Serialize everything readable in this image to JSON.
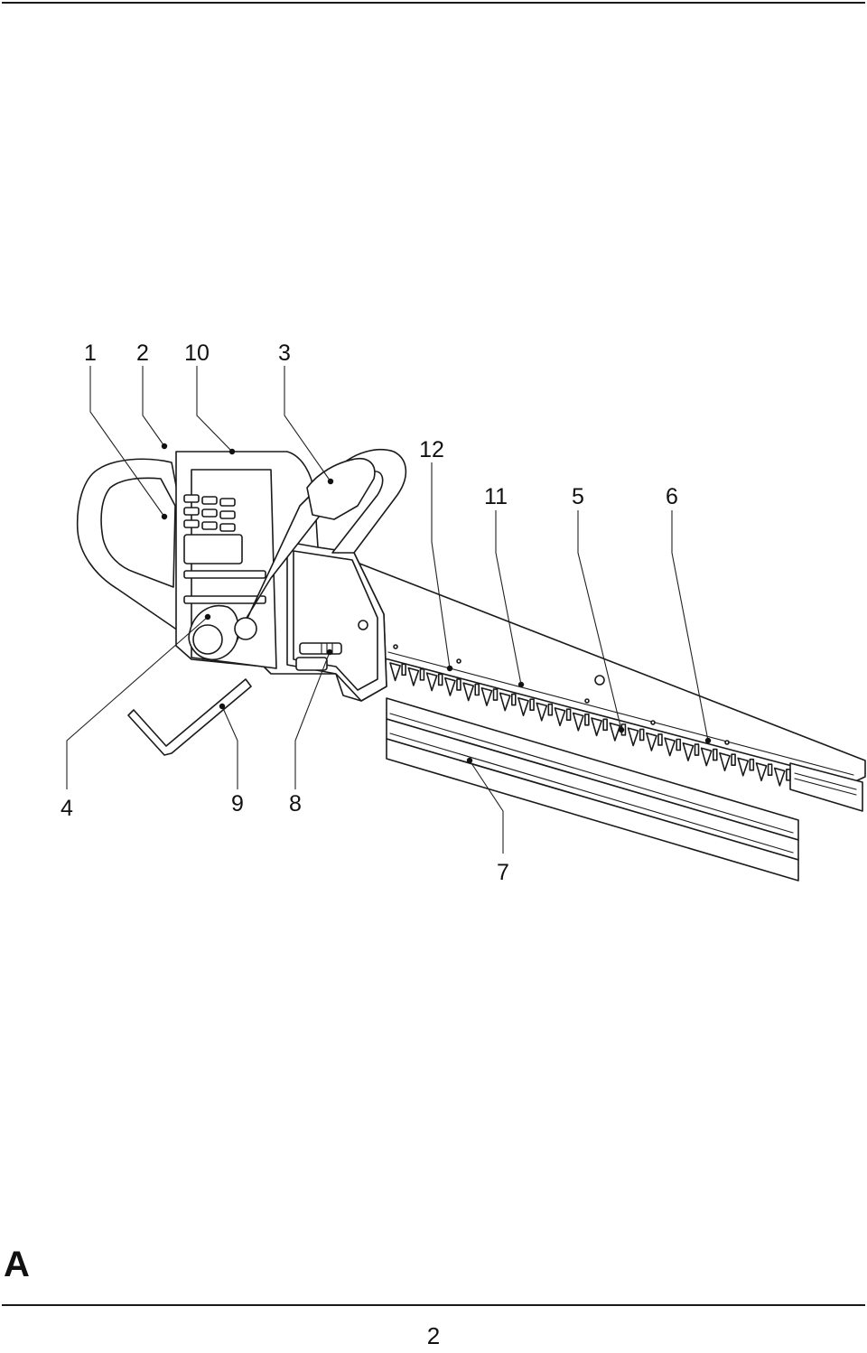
{
  "diagram": {
    "callouts": {
      "c1": "1",
      "c2": "2",
      "c10": "10",
      "c3": "3",
      "c12": "12",
      "c11": "11",
      "c5": "5",
      "c6": "6",
      "c4": "4",
      "c9": "9",
      "c8": "8",
      "c7": "7"
    }
  },
  "figure_letter": "A",
  "page_number": "2"
}
